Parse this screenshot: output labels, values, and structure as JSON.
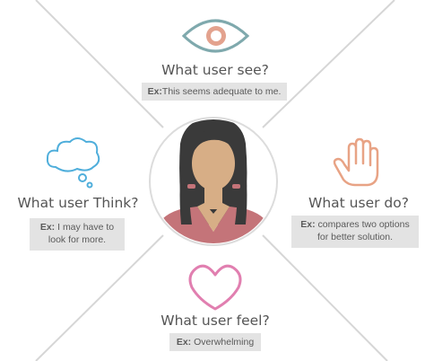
{
  "colors": {
    "background": "#ffffff",
    "divider": "#d6d6d6",
    "eye": "#7fa9ad",
    "iris": "#e3a28e",
    "cloud": "#4faedb",
    "hand": "#e8a385",
    "heart": "#e17fb0",
    "hair": "#3a3a3a",
    "skin": "#d7ae86",
    "shirt": "#c47479",
    "heading_text": "#555555",
    "example_bg": "#e3e3e3"
  },
  "icons": {
    "see": "eye-icon",
    "think": "thought-cloud-icon",
    "do": "hand-icon",
    "feel": "heart-icon",
    "center": "woman-avatar-icon"
  },
  "sections": {
    "see": {
      "heading": "What user see?",
      "ex_label": "Ex:",
      "ex_line1": "This seems adequate to me.",
      "ex_line2": ""
    },
    "think": {
      "heading": "What user Think?",
      "ex_label": "Ex:",
      "ex_line1": " I may have to",
      "ex_line2": "look for more."
    },
    "do": {
      "heading": "What user do?",
      "ex_label": "Ex:",
      "ex_line1": " compares two options",
      "ex_line2": "for better solution."
    },
    "feel": {
      "heading": "What user feel?",
      "ex_label": "Ex:",
      "ex_line1": " Overwhelming",
      "ex_line2": ""
    }
  }
}
